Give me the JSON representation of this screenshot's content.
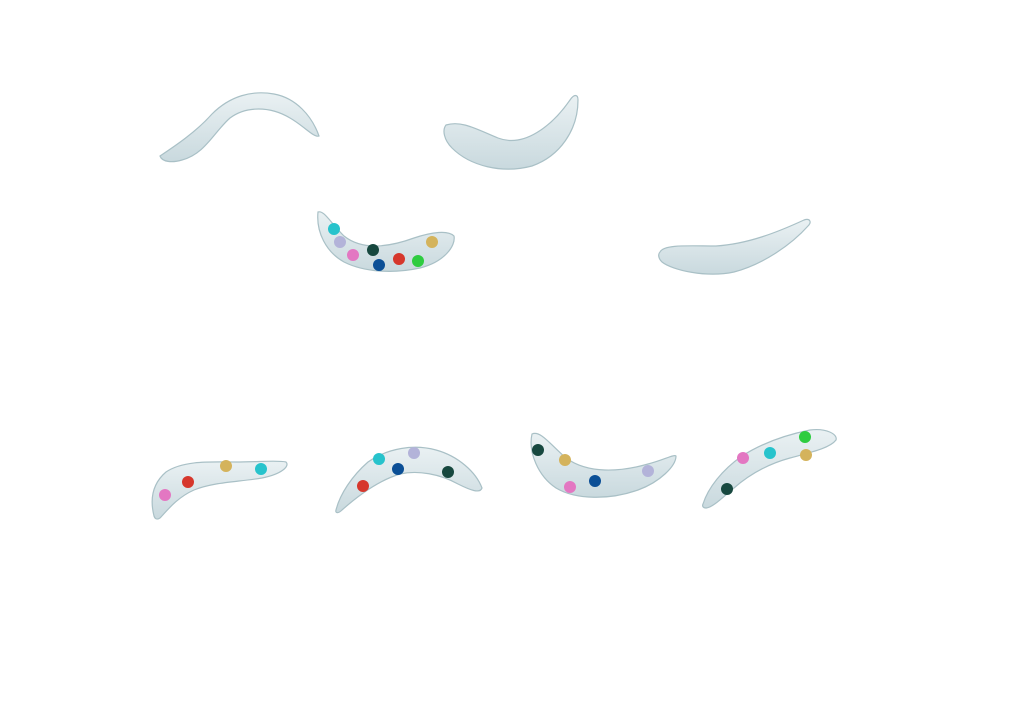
{
  "palette": {
    "body_fill_light": "#eaf1f3",
    "body_fill_dark": "#c9d9de",
    "body_stroke": "#a9c0c6"
  },
  "organisms": [
    {
      "id": "top-left-unlabeled",
      "dots": []
    },
    {
      "id": "top-right-unlabeled",
      "dots": []
    },
    {
      "id": "middle-left-labeled",
      "dots": [
        "#27c3cc",
        "#b3b3d9",
        "#e377c2",
        "#17483f",
        "#0b4f96",
        "#d6372c",
        "#2ecc40",
        "#d4b35c"
      ]
    },
    {
      "id": "middle-right-unlabeled",
      "dots": []
    },
    {
      "id": "bottom-1-labeled",
      "dots": [
        "#e377c2",
        "#d6372c",
        "#d4b35c",
        "#27c3cc"
      ]
    },
    {
      "id": "bottom-2-labeled",
      "dots": [
        "#d6372c",
        "#27c3cc",
        "#0b4f96",
        "#b3b3d9",
        "#17483f"
      ]
    },
    {
      "id": "bottom-3-labeled",
      "dots": [
        "#17483f",
        "#d4b35c",
        "#e377c2",
        "#0b4f96",
        "#b3b3d9"
      ]
    },
    {
      "id": "bottom-4-labeled",
      "dots": [
        "#17483f",
        "#e377c2",
        "#27c3cc",
        "#2ecc40",
        "#d4b35c"
      ]
    }
  ]
}
